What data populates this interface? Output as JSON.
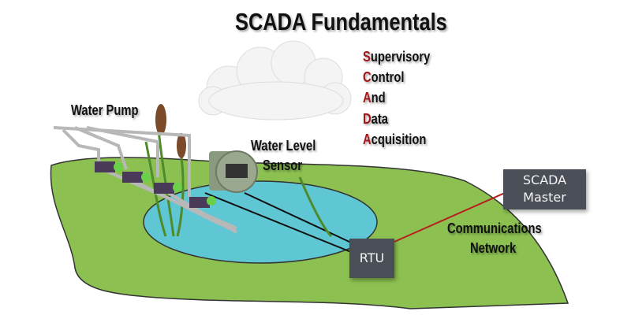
{
  "title": "SCADA Fundamentals",
  "acronym": [
    {
      "letter": "S",
      "rest": "upervisory"
    },
    {
      "letter": "C",
      "rest": "ontrol"
    },
    {
      "letter": "A",
      "rest": "nd"
    },
    {
      "letter": "D",
      "rest": "ata"
    },
    {
      "letter": "A",
      "rest": "cquisition"
    }
  ],
  "labels": {
    "water_pump": "Water Pump",
    "sensor_line1": "Water Level",
    "sensor_line2": "Sensor",
    "comm_line1": "Communications",
    "comm_line2": "Network"
  },
  "nodes": {
    "rtu": "RTU",
    "master_line1": "SCADA",
    "master_line2": "Master"
  },
  "colors": {
    "accent_red": "#a3171b",
    "land": "#8cc152",
    "pond": "#5fc6d3",
    "box": "#4a4f57",
    "link": "#b81e1e"
  }
}
